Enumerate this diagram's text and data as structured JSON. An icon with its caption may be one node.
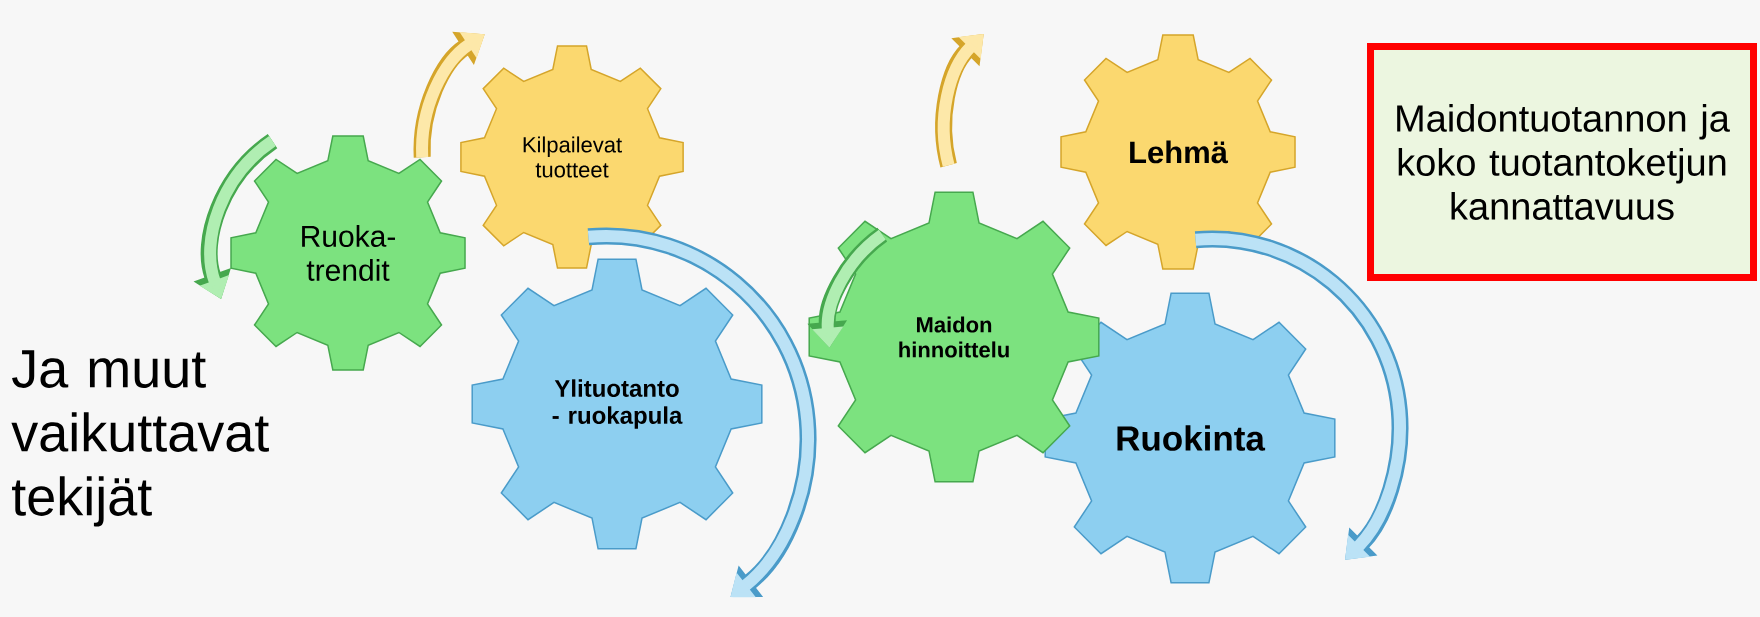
{
  "diagram": {
    "nodes": [
      {
        "text": [
          "Ruoka- trendit"
        ]
      },
      {
        "text": [
          "Kilpailevat tuotteet"
        ]
      },
      {
        "text": [
          "Ylituotanto - ruokapula"
        ]
      },
      {
        "text": [
          "Maidon hinnoittelu"
        ]
      },
      {
        "text": [
          "Lehmä"
        ]
      },
      {
        "text": [
          "Ruokinta"
        ]
      },
      {
        "text": [
          "Maidontuotannon ja koko tuotantoketjun kannattavuus"
        ]
      }
    ],
    "labels": [
      "Ja muut vaikuttavat tekijät"
    ]
  }
}
